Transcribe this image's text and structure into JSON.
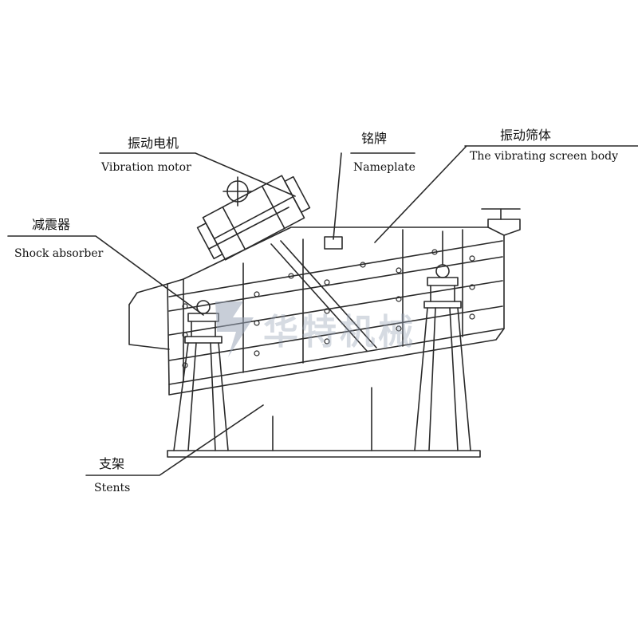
{
  "labels": {
    "vibration_motor": {
      "zh": "振动电机",
      "en": "Vibration motor"
    },
    "nameplate": {
      "zh": "铭牌",
      "en": "Nameplate"
    },
    "screen_body": {
      "zh": "振动筛体",
      "en": "The vibrating screen body"
    },
    "shock_absorber": {
      "zh": "减震器",
      "en": "Shock absorber"
    },
    "stents": {
      "zh": "支架",
      "en": "Stents"
    }
  },
  "watermark": {
    "text": "华特机械"
  },
  "colors": {
    "line": "#2a2a2a",
    "watermark": "#9aa6b8",
    "watermark_accent": "#b0b8c8"
  }
}
